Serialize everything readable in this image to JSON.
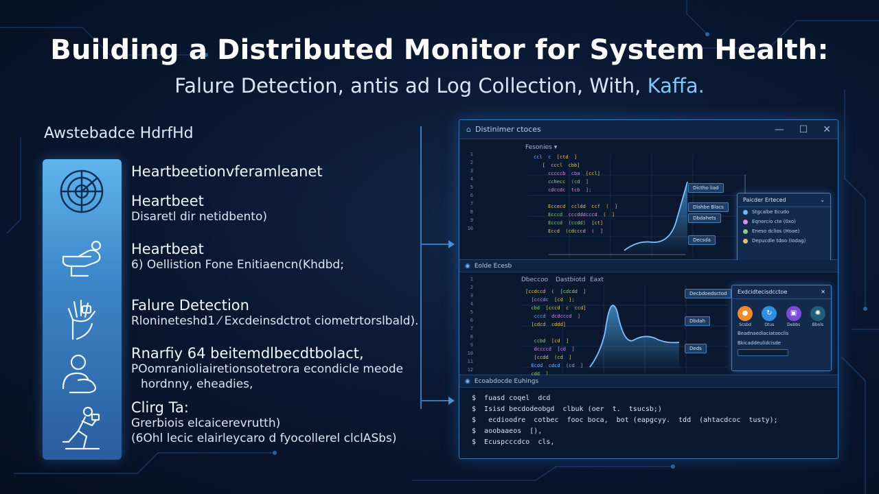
{
  "header": {
    "title": "Building a Distributed Monitor for System Health:",
    "subtitle_main": "Falure Detection, antis ad Log Collection, With,",
    "subtitle_accent": "Kaffa."
  },
  "sidebar": {
    "heading": "Awstebadce HdrfHd",
    "icons": [
      "radar-icon",
      "hand-icon",
      "raised-hand-icon",
      "person-icon",
      "runner-icon"
    ],
    "features": [
      {
        "title": "Heartbeetionvferamleanet",
        "desc": ""
      },
      {
        "title": "Heartbeet",
        "desc": "Disaretl dir netidbento)"
      },
      {
        "title": "Heartbeat",
        "desc": "6) Oellistion Fone Enitiaencn(Khdbd;"
      },
      {
        "title": "Falure Detection",
        "desc": "Rlonineteshd1 ⁄ Excdeinsdctrot ciometrtorslbald)."
      },
      {
        "title": "Rnarfiy 64 beitemdlbecdtbolact,",
        "desc": "POomranioliairetionsotetrora econdicle meode",
        "desc2": "hordnny, eheadies,"
      },
      {
        "title": "Clirg Ta:",
        "desc": "Grerbiois elcaicerevrutth)",
        "desc2": "(6Ohl lecic elairleycaro d fyocollerel clclASbs)"
      }
    ]
  },
  "window": {
    "title": "Distinimer ctoces",
    "controls": {
      "minimize": "—",
      "maximize": "☐",
      "close": "✕"
    },
    "pane1": {
      "tab": "Fesonies",
      "line_numbers": [
        "1",
        "2",
        "3",
        "4",
        "5",
        "6",
        "7",
        "8",
        "9",
        "10"
      ],
      "nodes": [
        "Dictho liad",
        "Dishbe Blacs",
        "Dbdahets",
        "Decsda"
      ],
      "panel": {
        "title": "Paicder Erteced",
        "rows": [
          "Stgcalbe  Ecudo",
          "Eqnorcio cte (0xo)",
          "Eneso dclios (Hoae)",
          "Depucdle tdoo (Iodag)"
        ]
      }
    },
    "pane2": {
      "title": "Eolde Ecesb",
      "tab_labels": [
        "Dbeccoo",
        "Dastbiotd",
        "Eaxt"
      ],
      "line_numbers": [
        "1",
        "2",
        "3",
        "4",
        "5",
        "6",
        "7",
        "8",
        "9",
        "10",
        "11",
        "12"
      ],
      "nodes": [
        "Decbdoedsctod",
        "Dbdah",
        "Deds"
      ],
      "panel": {
        "title": "Exdcidtecisdcctoe",
        "apps": [
          "Scsbd",
          "Otus",
          "Debbs",
          "Bbols"
        ],
        "rows": [
          "Beadnaediaciatooclis",
          "Bkicaddeulidcisde"
        ]
      }
    },
    "terminal": {
      "title": "Ecoabdocde Euhings",
      "lines": [
        "$  fuasd coqel  dcd",
        "$  Isisd becdodeobgd  clbuk (oer  t.  tsucsb;)",
        "$   ecdioodre  cotbec  fooc boca,  bot (eapgcyy.  tdd  (ahtacdcoc  tusty);",
        "$  aoobaaeos  [),",
        "$  Ecuspcccdco  cls,"
      ]
    }
  }
}
